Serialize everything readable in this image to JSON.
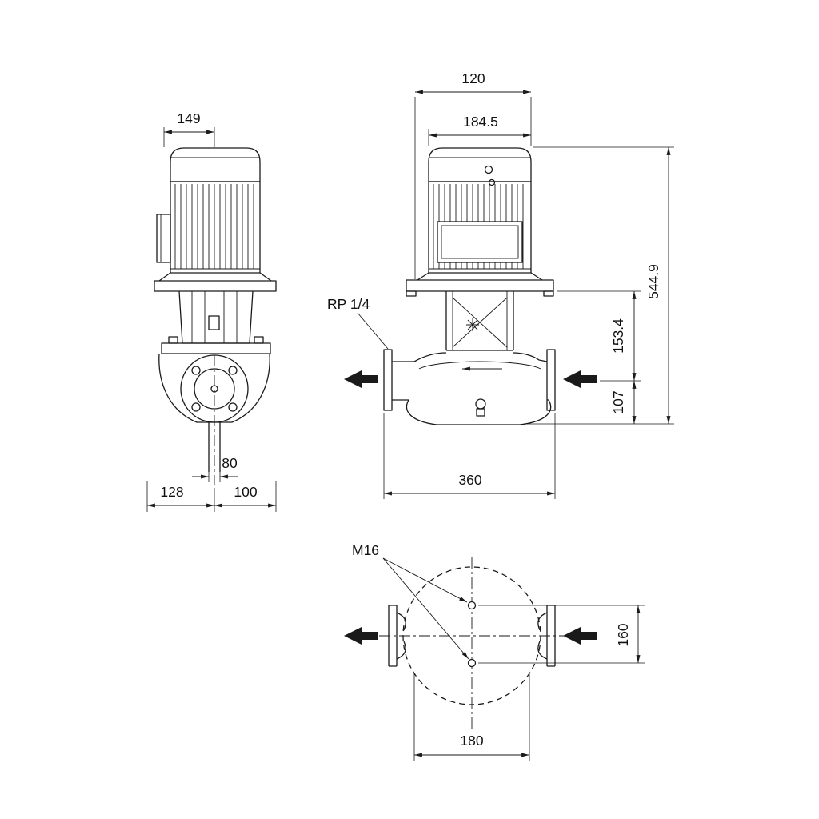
{
  "ink_color": "#1a1a1a",
  "drawing": {
    "views": {
      "side": {
        "motor_width": "149",
        "port_diameter": "80",
        "left_offset": "128",
        "right_offset": "100"
      },
      "front": {
        "top_width": "120",
        "motor_width": "184.5",
        "plug_label": "RP 1/4",
        "total_height": "544.9",
        "lantern_height": "153.4",
        "port_height": "107",
        "port_to_port": "360"
      },
      "top": {
        "tap_label": "M16",
        "flange_depth": "160",
        "hole_spacing": "180"
      }
    }
  }
}
